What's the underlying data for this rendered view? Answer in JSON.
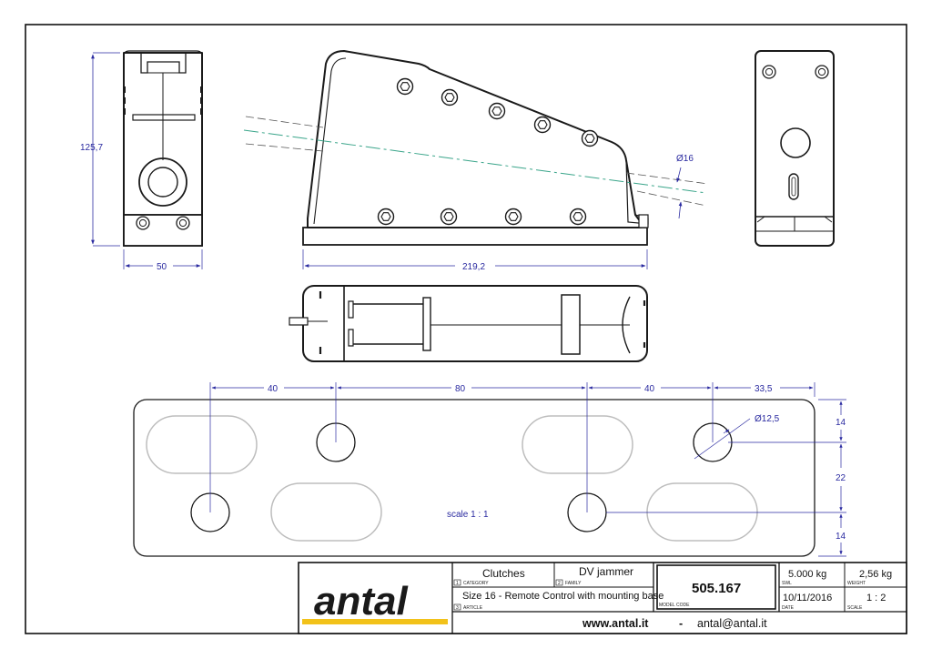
{
  "dimensions": {
    "height_front": "125,7",
    "width_front": "50",
    "length_side": "219,2",
    "rope_diameter": "Ø16",
    "base_spacing_1": "40",
    "base_spacing_2": "80",
    "base_spacing_3": "40",
    "base_spacing_4": "33,5",
    "hole_diameter": "Ø12,5",
    "vertical_top": "14",
    "vertical_mid": "22",
    "vertical_bottom": "14"
  },
  "base_plate_note": "scale 1 : 1",
  "title_block": {
    "logo_text": "antal",
    "category_value": "Clutches",
    "category_label": "CATEGORY",
    "category_num": "1",
    "family_value": "DV jammer",
    "family_label": "FAMILY",
    "family_num": "2",
    "article_value": "Size 16 - Remote Control with mounting base",
    "article_label": "ARTICLE",
    "article_num": "3",
    "model_code_value": "505.167",
    "model_code_label": "MODEL CODE",
    "swl_value": "5.000 kg",
    "swl_label": "SWL",
    "weight_value": "2,56 kg",
    "weight_label": "WEIGHT",
    "date_value": "10/11/2016",
    "date_label": "DATE",
    "scale_value": "1 : 2",
    "scale_label": "SCALE",
    "website": "www.antal.it",
    "separator": "-",
    "email": "antal@antal.it"
  },
  "colors": {
    "dimension": "#2a2aa0",
    "centerline": "#3aa58a",
    "logo_bar": "#f2c21a",
    "outline": "#1a1a1a",
    "slot_outline": "#bdbdbd"
  }
}
